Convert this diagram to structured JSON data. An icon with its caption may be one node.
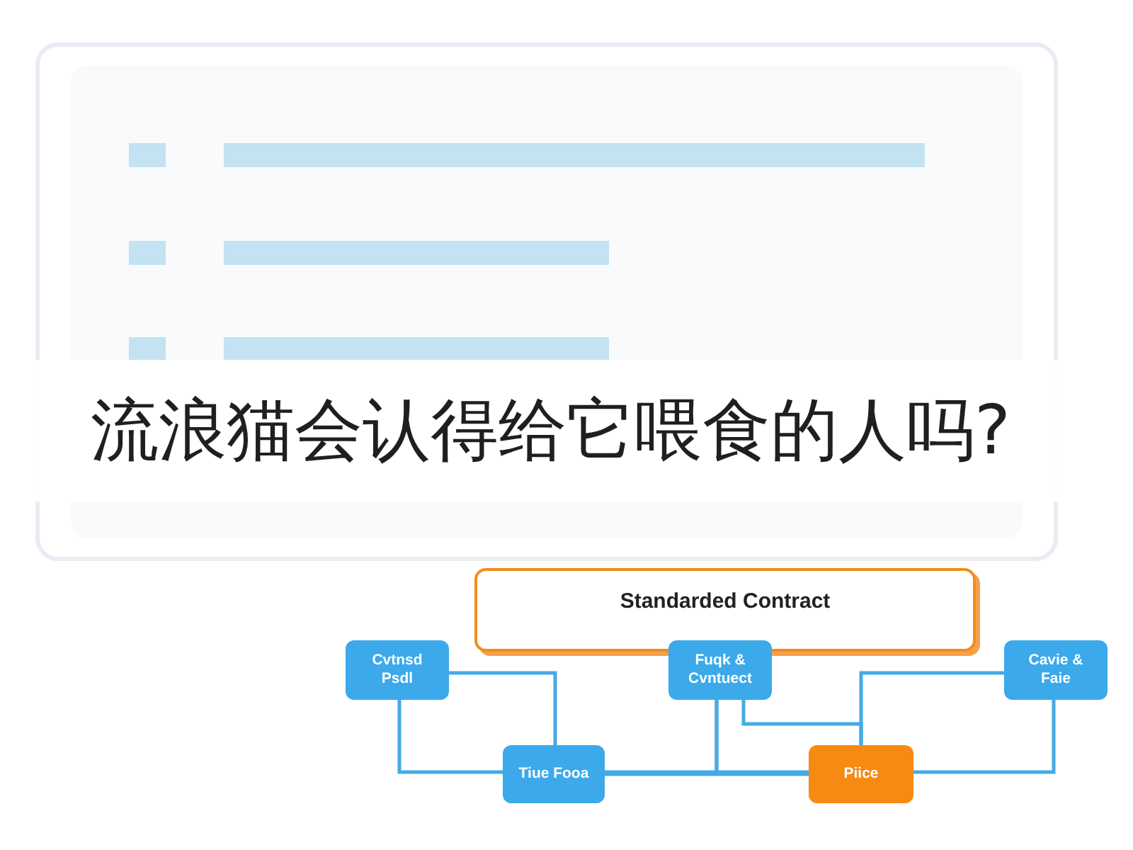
{
  "diagram": {
    "title": "流浪猫会认得给它喂食的人吗?",
    "nodes": [
      {
        "text": [
          "Standarded Contract"
        ]
      },
      {
        "text": [
          "Cvtnsd Psdl"
        ]
      },
      {
        "text": [
          "Fuqk & Cvntuect"
        ]
      },
      {
        "text": [
          "Cavie & Faie"
        ]
      },
      {
        "text": [
          "Tiue Fooa"
        ]
      },
      {
        "text": [
          "Piice"
        ]
      }
    ],
    "edges": [
      {
        "from": 1,
        "to": 4,
        "arrow": "none"
      },
      {
        "from": 1,
        "to": 4,
        "arrow": "none"
      },
      {
        "from": 4,
        "to": 5,
        "arrow": "none"
      },
      {
        "from": 2,
        "to": 4,
        "arrow": "none"
      },
      {
        "from": 2,
        "to": 5,
        "arrow": "none"
      },
      {
        "from": 2,
        "to": 5,
        "arrow": "none"
      },
      {
        "from": 3,
        "to": 5,
        "arrow": "none"
      },
      {
        "from": 3,
        "to": 5,
        "arrow": "none"
      }
    ]
  }
}
